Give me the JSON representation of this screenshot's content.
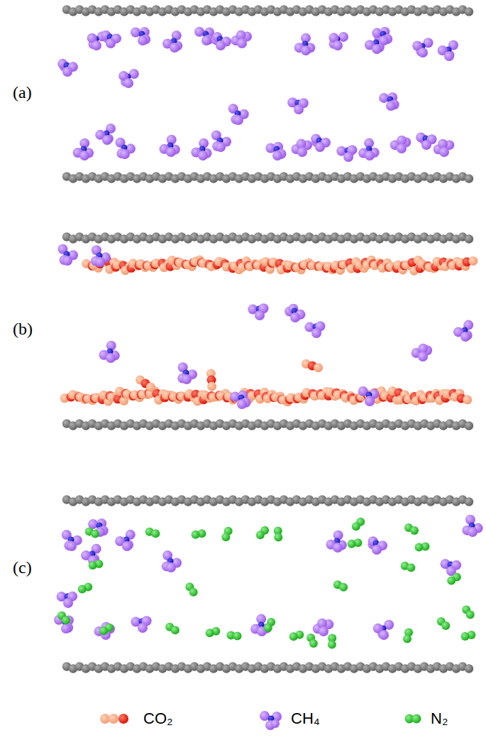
{
  "diagram": {
    "labels": [
      "(a)",
      "(b)",
      "(c)"
    ],
    "legend": [
      {
        "text": "CO₂"
      },
      {
        "text": "CH₄"
      },
      {
        "text": "N₂"
      }
    ]
  }
}
